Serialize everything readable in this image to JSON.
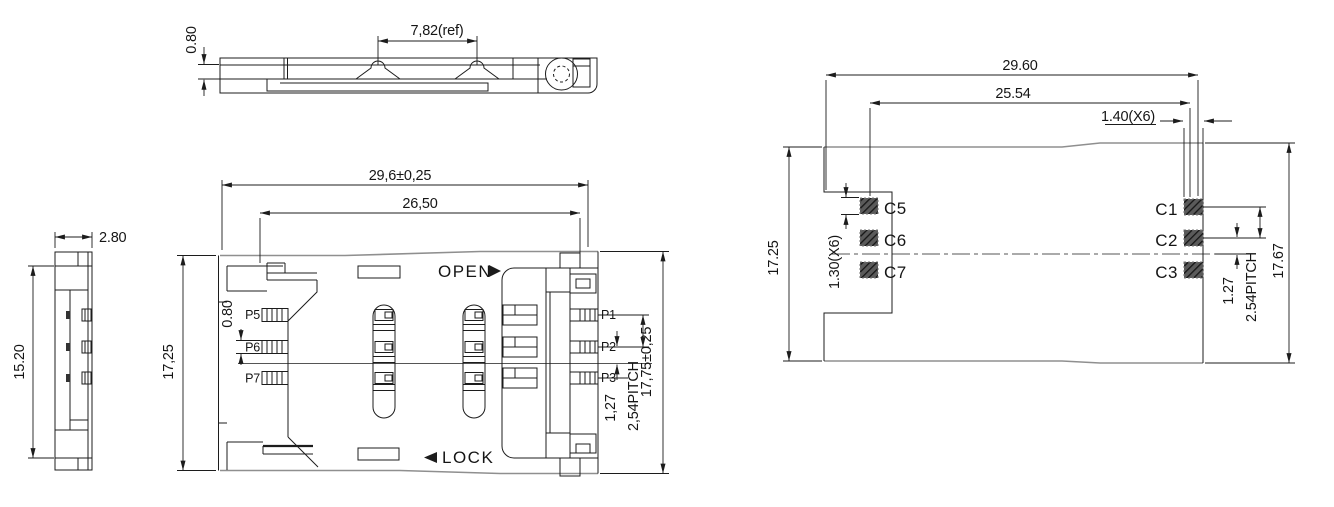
{
  "colors": {
    "background": "#ffffff",
    "line": "#1c1c1c",
    "soft_edge": "#8f8f8f",
    "text": "#151515",
    "pad_fill": "#4a4a4a"
  },
  "views": {
    "top": {
      "dim_ref": "7,82(ref)",
      "dim_thickness": "0.80"
    },
    "side": {
      "dim_width": "2.80",
      "dim_height": "15.20"
    },
    "front": {
      "dim_overall_width": "29,6±0,25",
      "dim_body_width": "26,50",
      "dim_height_left": "17,25",
      "dim_height_right": "17,75±0,25",
      "dim_pin_offset": "1,27",
      "dim_pitch": "2,54PITCH",
      "dim_pin_width": "0.80",
      "label_open": "OPEN",
      "label_lock": "LOCK",
      "pins_left": [
        "P5",
        "P6",
        "P7"
      ],
      "pins_right": [
        "P1",
        "P2",
        "P3"
      ]
    },
    "footprint": {
      "dim_overall_width": "29.60",
      "dim_pad_span": "25.54",
      "dim_pad_width": "1.40(X6)",
      "dim_pad_height": "1.30(X6)",
      "dim_height_left": "17.25",
      "dim_height_right": "17.67",
      "dim_pad_offset": "1.27",
      "dim_pitch": "2.54PITCH",
      "pads_left": [
        "C5",
        "C6",
        "C7"
      ],
      "pads_right": [
        "C1",
        "C2",
        "C3"
      ]
    }
  }
}
